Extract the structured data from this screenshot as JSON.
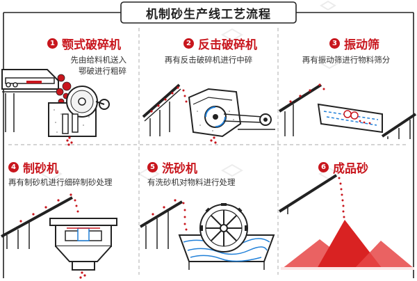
{
  "title": "机制砂生产线工艺流程",
  "colors": {
    "accent": "#c8161d",
    "line": "#222222",
    "dash": "#bbbbbb",
    "water": "#1f7fd8",
    "tint": "#fbe6e6"
  },
  "watermark_icon": "brand-logo-icon",
  "steps": [
    {
      "num": "1",
      "title": "颚式破碎机",
      "desc": [
        "先由给料机送入",
        "鄂破进行粗碎"
      ],
      "icon": "jaw-crusher-icon"
    },
    {
      "num": "2",
      "title": "反击破碎机",
      "desc": [
        "再有反击破碎机进行中碎"
      ],
      "icon": "impact-crusher-icon"
    },
    {
      "num": "3",
      "title": "振动筛",
      "desc": [
        "再有振动筛进行物料筛分"
      ],
      "icon": "vibrating-screen-icon"
    },
    {
      "num": "4",
      "title": "制砂机",
      "desc": [
        "再有制砂机进行细碎制砂处理"
      ],
      "icon": "sand-maker-icon"
    },
    {
      "num": "5",
      "title": "洗砂机",
      "desc": [
        "有洗砂机对物料进行处理"
      ],
      "icon": "sand-washer-icon"
    },
    {
      "num": "6",
      "title": "成品砂",
      "desc": [],
      "icon": "sand-pile-icon"
    }
  ]
}
